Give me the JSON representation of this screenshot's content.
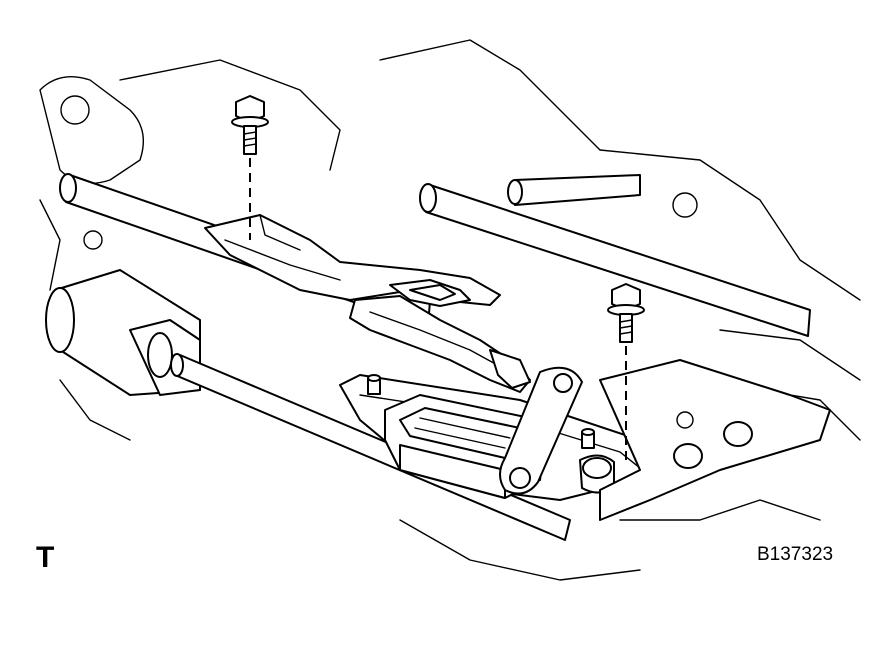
{
  "labels": {
    "corner_letter": "T",
    "reference_code": "B137323"
  },
  "colors": {
    "line": "#000000",
    "background": "#ffffff"
  },
  "parts": {
    "bolt_count": 2
  }
}
